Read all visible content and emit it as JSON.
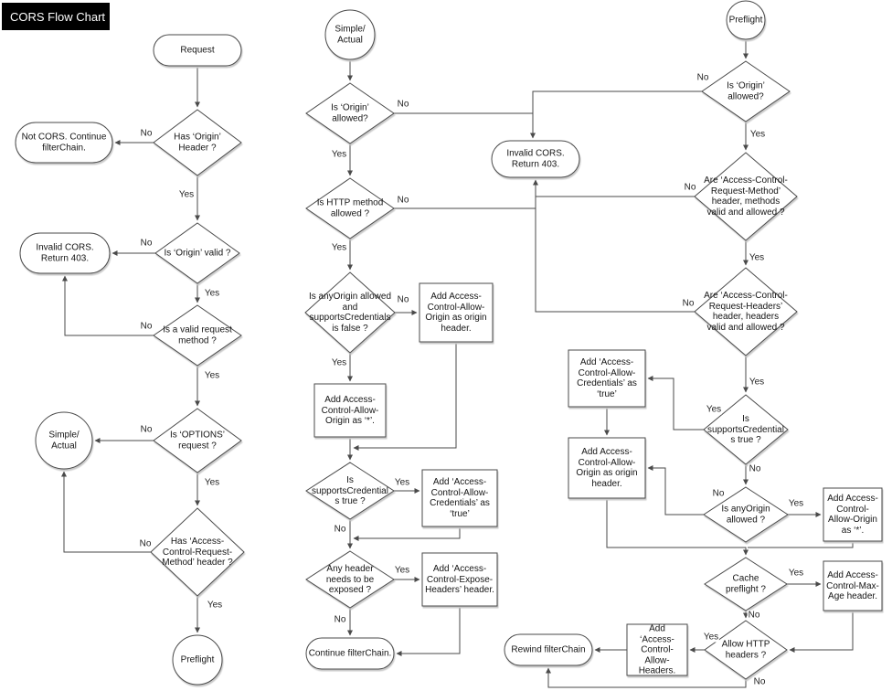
{
  "title": "CORS Flow Chart",
  "labels": {
    "yes": "Yes",
    "no": "No"
  },
  "left": {
    "request": "Request",
    "has_origin_header": "Has ‘Origin’ Header ?",
    "not_cors": "Not CORS. Continue filterChain.",
    "is_origin_valid": "Is ‘Origin’ valid ?",
    "invalid_cors": "Invalid CORS. Return 403.",
    "is_valid_method": "Is a valid request method ?",
    "is_options": "Is ‘OPTIONS’ request ?",
    "simple_actual": "Simple/ Actual",
    "has_acrm_header": "Has ‘Access-Control-Request-Method’ header ?",
    "preflight": "Preflight"
  },
  "middle": {
    "simple_actual": "Simple/ Actual",
    "is_origin_allowed": "Is ‘Origin’ allowed?",
    "is_http_method_allowed": "Is HTTP method allowed ?",
    "anyorigin_and_cred_false": "Is anyOrigin allowed and supportsCredentials is false ?",
    "add_origin_header": "Add Access-Control-Allow-Origin as origin header.",
    "add_origin_star": "Add Access-Control-Allow-Origin as ‘*’.",
    "is_supports_cred": "Is supportsCredentials true ?",
    "add_credentials_true": "Add ‘Access-Control-Allow-Credentials’ as ‘true’",
    "any_header_exposed": "Any header needs to be exposed ?",
    "add_expose_headers": "Add ‘Access-Control-Expose-Headers’ header.",
    "continue_filterchain": "Continue filterChain.",
    "invalid_cors": "Invalid CORS. Return 403."
  },
  "right": {
    "preflight": "Preflight",
    "is_origin_allowed": "Is ‘Origin’ allowed?",
    "acrm_valid": "Are ‘Access-Control-Request-Method’ header, methods  valid and allowed ?",
    "acrh_valid": "Are ‘Access-Control-Request-Headers’ header, headers valid and allowed ?",
    "is_supports_cred": "Is supportsCredentials true ?",
    "add_credentials_true": "Add ‘Access-Control-Allow-Credentials’ as ‘true’",
    "add_origin_header": "Add Access-Control-Allow-Origin as origin header.",
    "is_anyorigin_allowed": "Is anyOrigin allowed ?",
    "add_origin_star": "Add Access-Control-Allow-Origin as ‘*’.",
    "cache_preflight": "Cache preflight ?",
    "add_max_age": "Add Access-Control-Max-Age header.",
    "allow_http_headers": "Allow HTTP headers ?",
    "add_allow_headers": "Add ‘Access-Control-Allow-Headers.",
    "rewind_filterchain": "Rewind filterChain"
  }
}
